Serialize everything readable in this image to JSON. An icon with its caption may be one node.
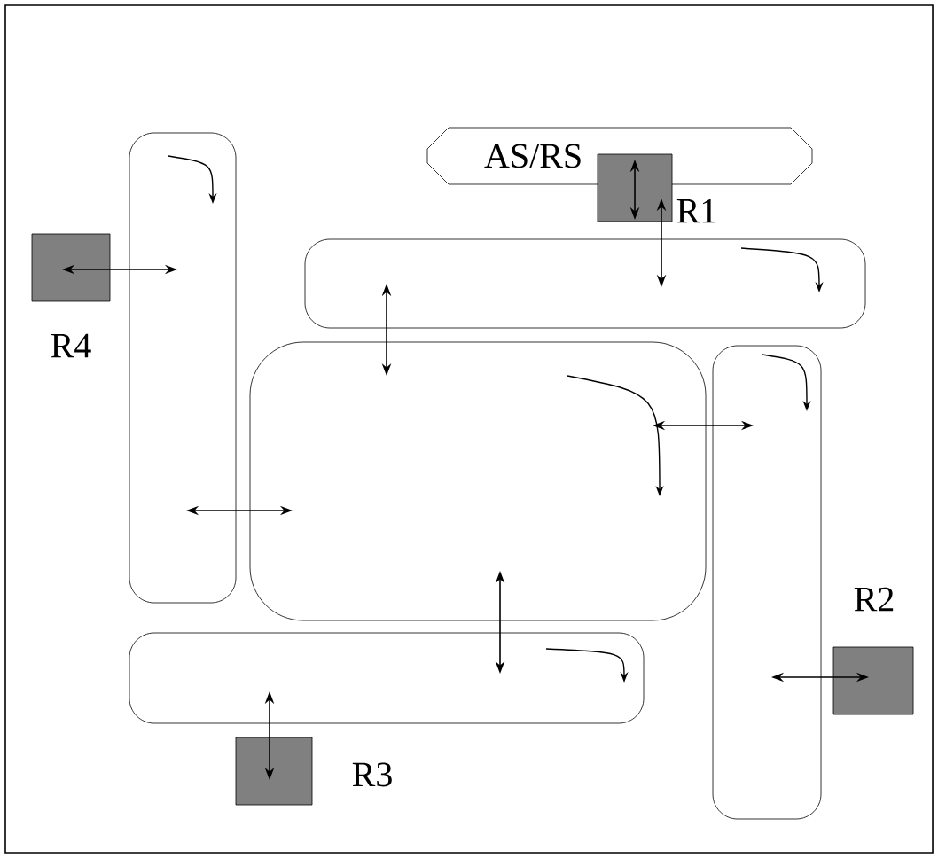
{
  "diagram": {
    "nodes": [
      {
        "text": [
          "AS/RS"
        ]
      },
      {
        "text": [],
        "shape": "box",
        "beside": [
          "R1"
        ]
      },
      {
        "text": [],
        "shape": "box"
      },
      {
        "text": [],
        "shape": "box"
      },
      {
        "text": [],
        "shape": "box",
        "beside": [
          "R4"
        ]
      },
      {
        "text": [],
        "shape": "box"
      },
      {
        "text": [],
        "shape": "box"
      },
      {
        "text": [],
        "shape": "box",
        "beside": [
          "R2"
        ]
      },
      {
        "text": [],
        "shape": "box"
      },
      {
        "text": [],
        "shape": "box",
        "beside": [
          "R3"
        ]
      }
    ],
    "edges": [
      {
        "from": 0,
        "to": 1,
        "arrow": "both"
      },
      {
        "from": 1,
        "to": 2,
        "arrow": "both"
      },
      {
        "from": 4,
        "to": 3,
        "arrow": "both"
      },
      {
        "from": 2,
        "to": 5,
        "arrow": "both"
      },
      {
        "from": 3,
        "to": 5,
        "arrow": "both"
      },
      {
        "from": 5,
        "to": 6,
        "arrow": "both"
      },
      {
        "from": 5,
        "to": 8,
        "arrow": "both"
      },
      {
        "from": 7,
        "to": 6,
        "arrow": "both"
      },
      {
        "from": 9,
        "to": 8,
        "arrow": "both"
      }
    ]
  }
}
